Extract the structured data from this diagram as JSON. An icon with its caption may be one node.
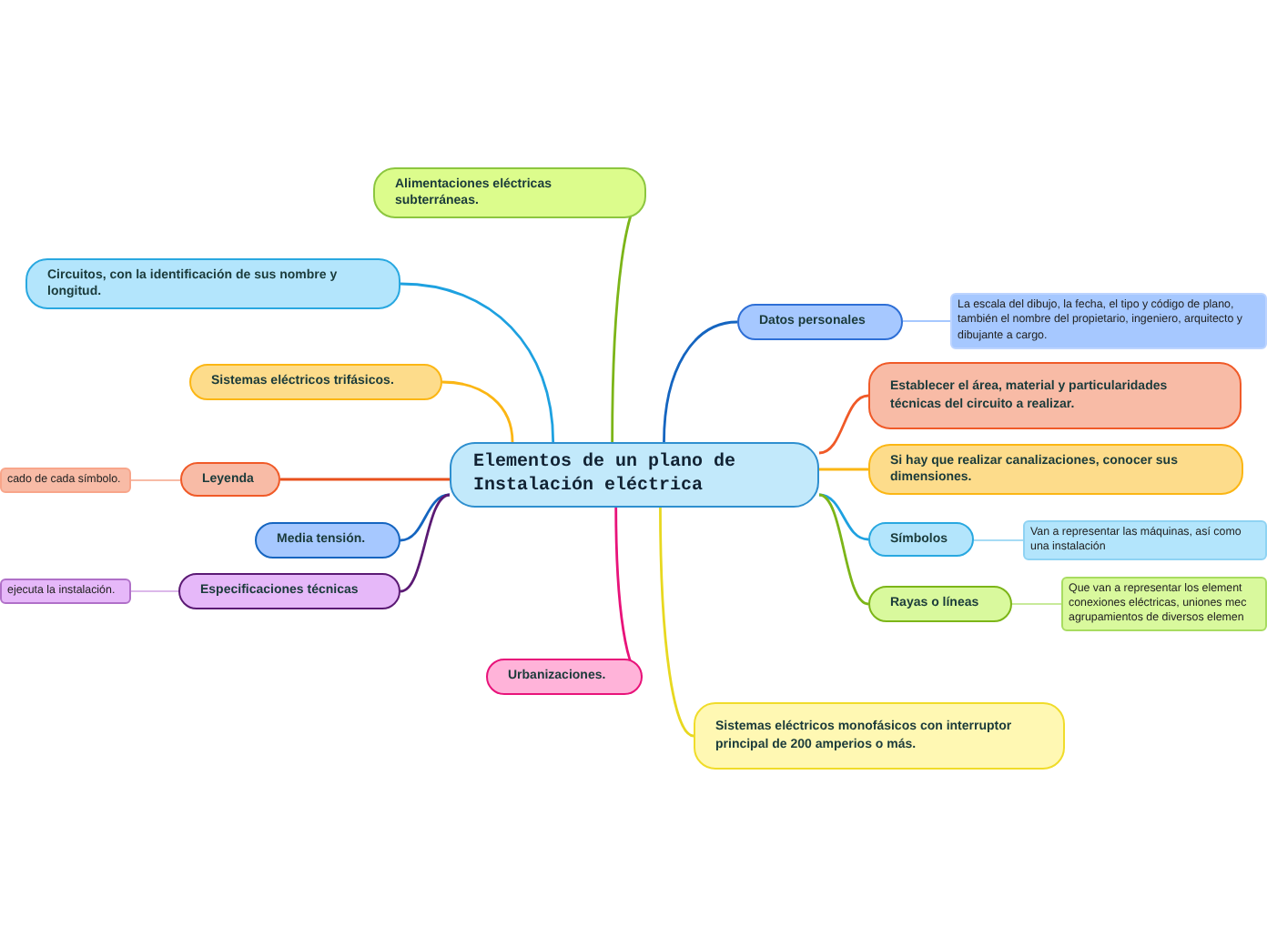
{
  "diagram": {
    "nodes": [
      {
        "text": [
          "Alimentaciones eléctricas subterráneas."
        ]
      },
      {
        "text": [
          "Circuitos, con la identificación de sus nombre y longitud."
        ]
      },
      {
        "text": [
          "Datos personales"
        ]
      },
      {
        "text": [
          "La escala del dibujo, la fecha, el tipo y código de plano, también el nombre del propietario, ingeniero, arquitecto y dibujante a cargo."
        ]
      },
      {
        "text": [
          "Establecer el área, material y particularidades técnicas del circuito a realizar."
        ]
      },
      {
        "text": [
          "Sistemas eléctricos trifásicos."
        ]
      },
      {
        "text": [
          "Elementos de un plano de Instalación eléctrica"
        ]
      },
      {
        "text": [
          "Si hay que realizar canalizaciones, conocer sus dimensiones."
        ]
      },
      {
        "text": [
          "Leyenda"
        ]
      },
      {
        "text": [
          "cado de cada símbolo."
        ]
      },
      {
        "text": [
          "Símbolos"
        ]
      },
      {
        "text": [
          "Van a representar las máquinas, así como una instalación"
        ]
      },
      {
        "text": [
          "Media tensión."
        ]
      },
      {
        "text": [
          "Especificaciones técnicas"
        ]
      },
      {
        "text": [
          "ejecuta la instalación."
        ]
      },
      {
        "text": [
          "Rayas o líneas"
        ]
      },
      {
        "text": [
          "Que van a representar los element conexiones eléctricas, uniones mec agrupamientos de diversos elemen"
        ]
      },
      {
        "text": [
          "Urbanizaciones."
        ]
      },
      {
        "text": [
          "Sistemas eléctricos monofásicos con interruptor principal de 200 amperios o más."
        ]
      }
    ],
    "edges": [
      {
        "from": 6,
        "to": 0,
        "arrow": "none",
        "color": "#7cb518"
      },
      {
        "from": 6,
        "to": 1,
        "arrow": "none",
        "color": "#1ea1e0"
      },
      {
        "from": 6,
        "to": 2,
        "arrow": "none",
        "color": "#1565c0"
      },
      {
        "from": 2,
        "to": 3,
        "arrow": "none",
        "color": "#a6c8ff"
      },
      {
        "from": 6,
        "to": 4,
        "arrow": "none",
        "color": "#f05a28"
      },
      {
        "from": 6,
        "to": 5,
        "arrow": "none",
        "color": "#fbb614"
      },
      {
        "from": 6,
        "to": 7,
        "arrow": "none",
        "color": "#fbb614"
      },
      {
        "from": 6,
        "to": 8,
        "arrow": "none",
        "color": "#e8501c"
      },
      {
        "from": 8,
        "to": 9,
        "arrow": "none",
        "color": "#f8bba6"
      },
      {
        "from": 6,
        "to": 10,
        "arrow": "none",
        "color": "#1ea1e0"
      },
      {
        "from": 10,
        "to": 11,
        "arrow": "none",
        "color": "#a6dcf5"
      },
      {
        "from": 6,
        "to": 12,
        "arrow": "none",
        "color": "#1565c0"
      },
      {
        "from": 6,
        "to": 13,
        "arrow": "none",
        "color": "#5b1a74"
      },
      {
        "from": 13,
        "to": 14,
        "arrow": "none",
        "color": "#dcb8ea"
      },
      {
        "from": 6,
        "to": 15,
        "arrow": "none",
        "color": "#7cb518"
      },
      {
        "from": 15,
        "to": 16,
        "arrow": "none",
        "color": "#c8ea9a"
      },
      {
        "from": 6,
        "to": 17,
        "arrow": "none",
        "color": "#e8137a"
      },
      {
        "from": 6,
        "to": 18,
        "arrow": "none",
        "color": "#e8d820"
      }
    ]
  }
}
